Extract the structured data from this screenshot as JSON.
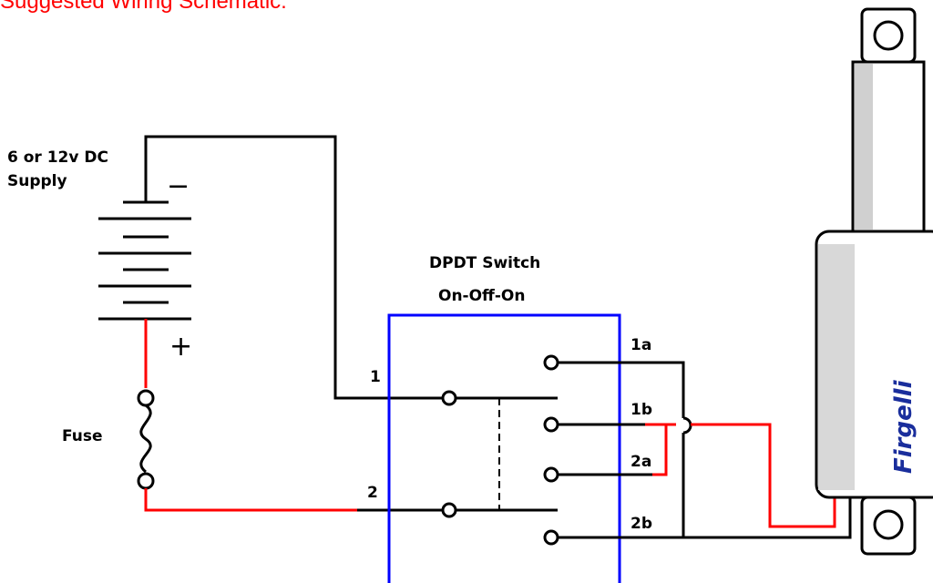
{
  "title": "Suggested Wiring Schematic:",
  "supply": {
    "label_line1": "6 or 12v DC",
    "label_line2": "Supply",
    "minus": "−",
    "plus": "+"
  },
  "fuse": {
    "label": "Fuse"
  },
  "switch": {
    "label_line1": "DPDT Switch",
    "label_line2": "On-Off-On",
    "terminals": {
      "t1": "1",
      "t2": "2",
      "t1a": "1a",
      "t1b": "1b",
      "t2a": "2a",
      "t2b": "2b"
    }
  },
  "actuator": {
    "brand": "Firgelli"
  },
  "colors": {
    "title": "#ff0000",
    "wire_black": "#000000",
    "wire_red": "#ff0000",
    "switch_box": "#0000ff",
    "brand": "#1a2e9c"
  }
}
